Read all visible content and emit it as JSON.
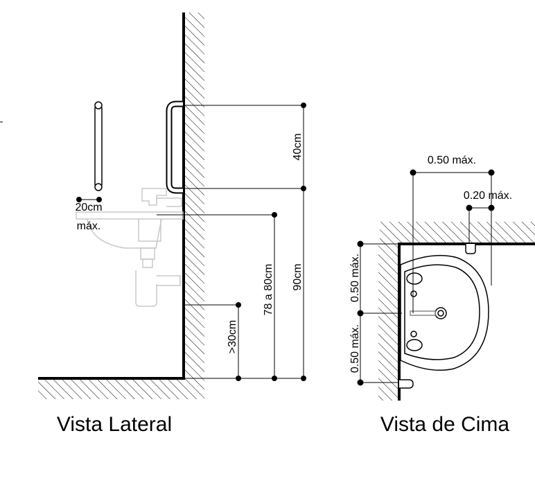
{
  "side_view": {
    "caption": "Vista Lateral",
    "dims": {
      "grab_bar_height": "40cm",
      "total_height": "90cm",
      "sink_rim_height": "78 a 80cm",
      "knee_clearance": ">30cm",
      "bar_offset_value": "20cm",
      "bar_offset_suffix": "máx."
    }
  },
  "top_view": {
    "caption": "Vista de Cima",
    "dims": {
      "top_width": "0.50 máx.",
      "top_offset": "0.20 máx.",
      "left_upper": "0.50 máx.",
      "left_lower": "0.50 máx."
    }
  },
  "colors": {
    "line": "#000000",
    "fixture": "#c8c8c8",
    "background": "#ffffff"
  }
}
